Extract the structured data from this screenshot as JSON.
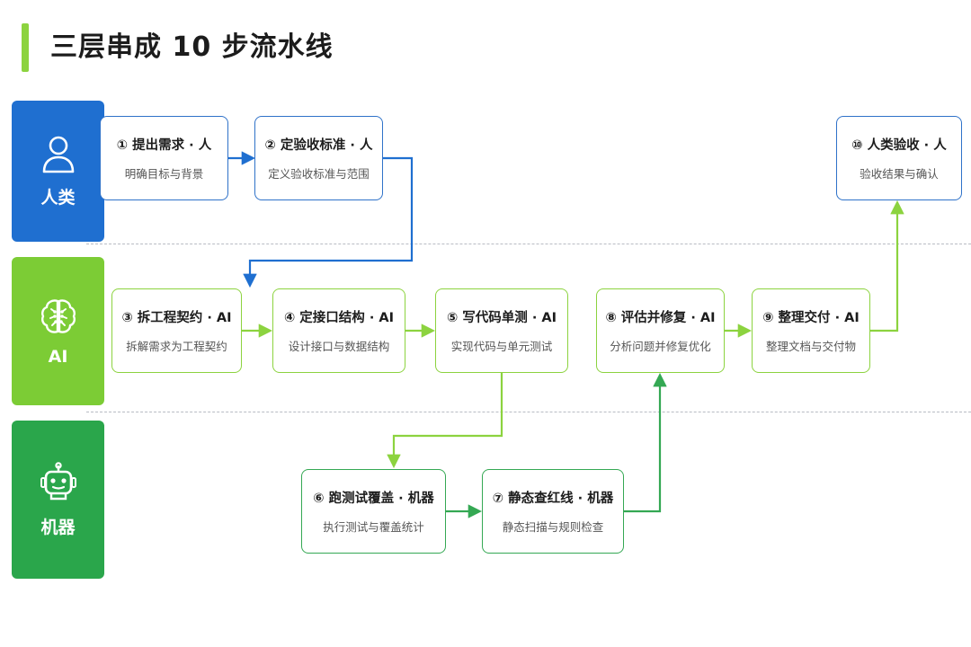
{
  "title": "三层串成 10 步流水线",
  "lanes": {
    "human": {
      "label": "人类",
      "icon": "person-icon",
      "color": "#1f6fd0"
    },
    "ai": {
      "label": "AI",
      "icon": "brain-icon",
      "color": "#7ccc35"
    },
    "machine": {
      "label": "机器",
      "icon": "robot-icon",
      "color": "#2aa64b"
    }
  },
  "steps": [
    {
      "title": "① 提出需求 · 人",
      "desc": "明确目标与背景"
    },
    {
      "title": "② 定验收标准 · 人",
      "desc": "定义验收标准与范围"
    },
    {
      "title": "③ 拆工程契约 · AI",
      "desc": "拆解需求为工程契约"
    },
    {
      "title": "④ 定接口结构 · AI",
      "desc": "设计接口与数据结构"
    },
    {
      "title": "⑤ 写代码单测 · AI",
      "desc": "实现代码与单元测试"
    },
    {
      "title": "⑥ 跑测试覆盖 · 机器",
      "desc": "执行测试与覆盖统计"
    },
    {
      "title": "⑦ 静态查红线 · 机器",
      "desc": "静态扫描与规则检查"
    },
    {
      "title": "⑧ 评估并修复 · AI",
      "desc": "分析问题并修复优化"
    },
    {
      "title": "⑨ 整理交付 · AI",
      "desc": "整理文档与交付物"
    },
    {
      "title": "⑩ 人类验收 · 人",
      "desc": "验收结果与确认"
    }
  ],
  "colors": {
    "human_arrow": "#1f6fd0",
    "ai_arrow": "#8cd33f",
    "machine_arrow": "#34a853",
    "title_accent": "#8cd33f"
  }
}
